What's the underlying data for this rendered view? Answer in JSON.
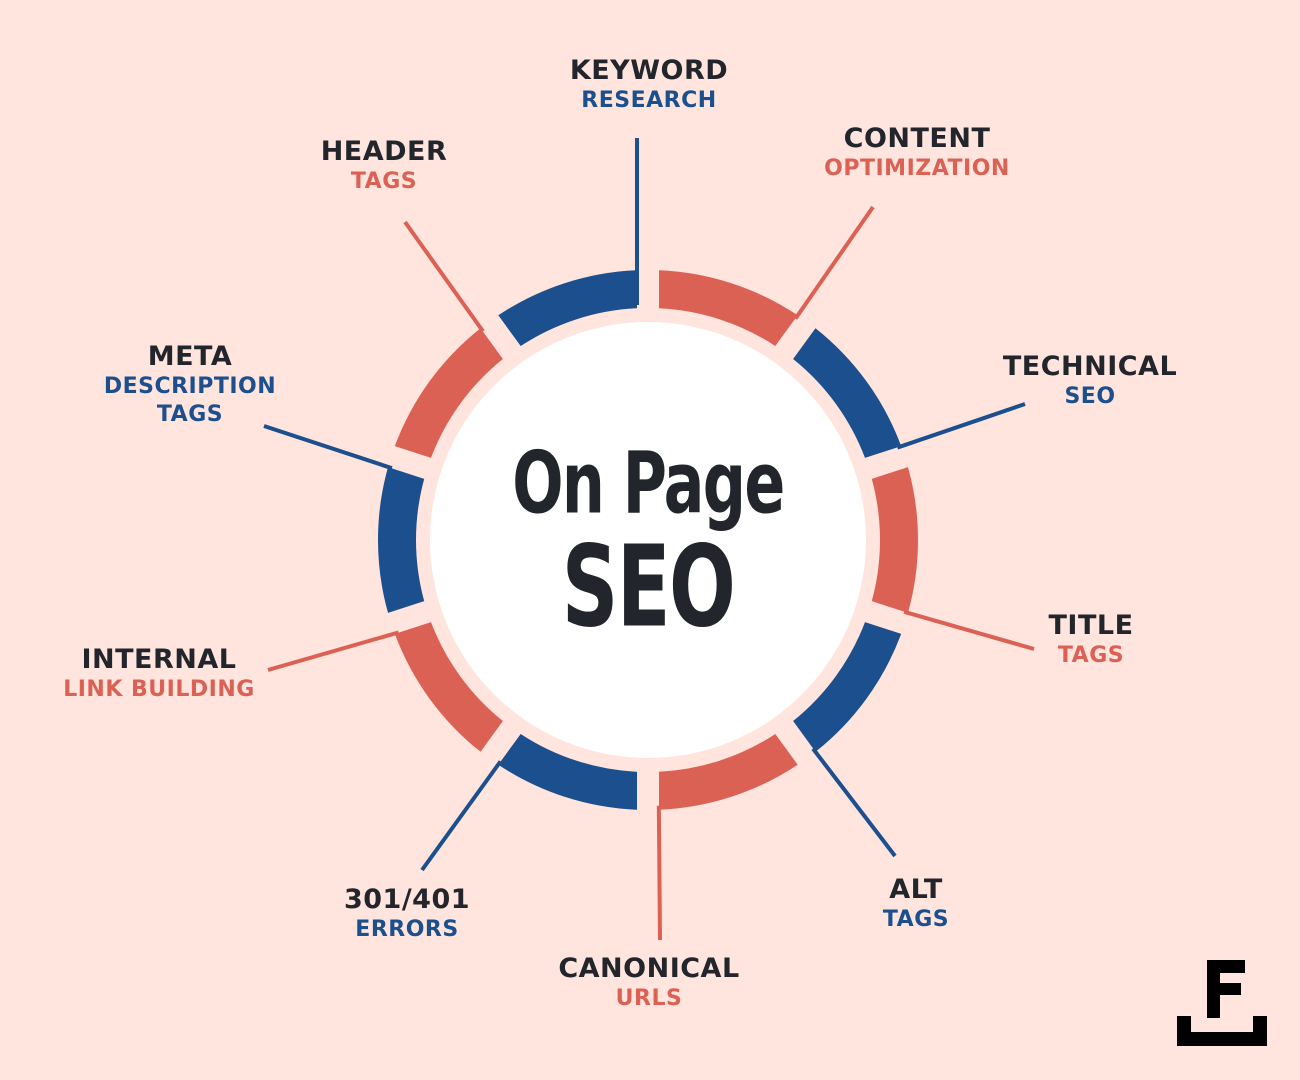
{
  "title": {
    "line1": "On Page",
    "line2": "SEO"
  },
  "colors": {
    "background": "#FFE5DD",
    "blue": "#1B4F8E",
    "red": "#DB6154",
    "text": "#22252C",
    "center": "#FFFFFF"
  },
  "items": [
    {
      "title": "KEYWORD",
      "subtitle": "RESEARCH",
      "color": "blue"
    },
    {
      "title": "CONTENT",
      "subtitle": "OPTIMIZATION",
      "color": "red"
    },
    {
      "title": "TECHNICAL",
      "subtitle": "SEO",
      "color": "blue"
    },
    {
      "title": "TITLE",
      "subtitle": "TAGS",
      "color": "red"
    },
    {
      "title": "ALT",
      "subtitle": "TAGS",
      "color": "blue"
    },
    {
      "title": "CANONICAL",
      "subtitle": "URLS",
      "color": "red"
    },
    {
      "title": "301/401",
      "subtitle": "ERRORS",
      "color": "blue"
    },
    {
      "title": "INTERNAL",
      "subtitle": "LINK BUILDING",
      "color": "red"
    },
    {
      "title": "META",
      "subtitle": "DESCRIPTION",
      "subtitle2": "TAGS",
      "color": "blue"
    },
    {
      "title": "HEADER",
      "subtitle": "TAGS",
      "color": "red"
    }
  ],
  "logo": {
    "letter": "F"
  }
}
